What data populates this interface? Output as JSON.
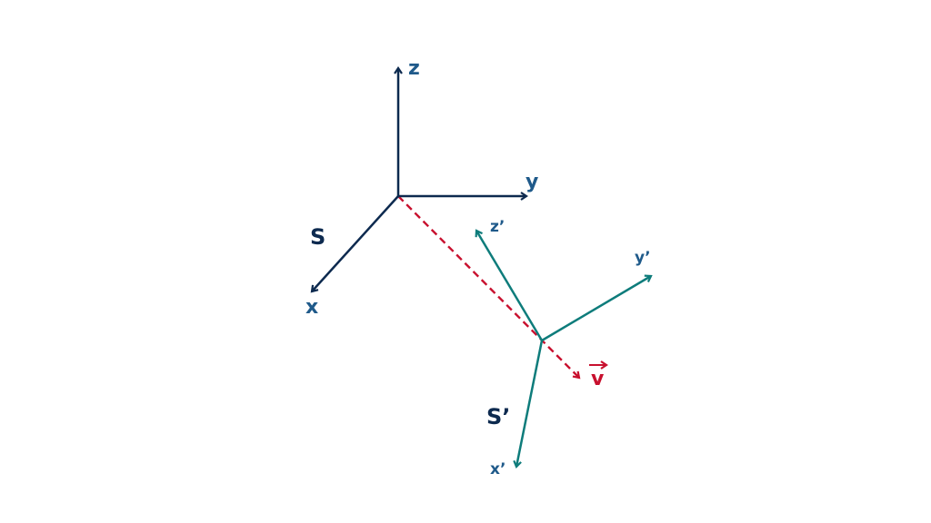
{
  "frame_s": {
    "label": "S",
    "axes": {
      "x": "x",
      "y": "y",
      "z": "z"
    }
  },
  "frame_s_prime": {
    "label": "S’",
    "axes": {
      "x": "x’",
      "y": "y’",
      "z": "z’"
    }
  },
  "velocity": {
    "label": "v"
  },
  "colors": {
    "frame_s": "#0d2a4f",
    "frame_s_prime": "#0e7c7b",
    "velocity": "#c8102e",
    "axis_label": "#1f5a8a"
  }
}
